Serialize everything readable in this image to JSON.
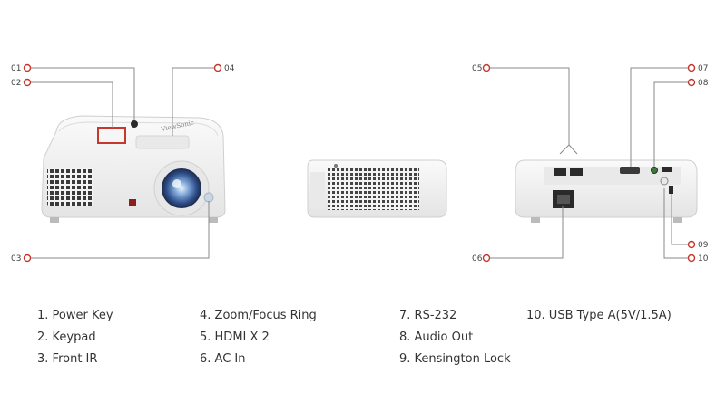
{
  "callouts": [
    {
      "num": "01"
    },
    {
      "num": "02"
    },
    {
      "num": "03"
    },
    {
      "num": "04"
    },
    {
      "num": "05"
    },
    {
      "num": "06"
    },
    {
      "num": "07"
    },
    {
      "num": "08"
    },
    {
      "num": "09"
    },
    {
      "num": "10"
    }
  ],
  "legend": {
    "columns": [
      [
        "1. Power Key",
        "2. Keypad",
        "3. Front IR"
      ],
      [
        "4. Zoom/Focus Ring",
        "5. HDMI X 2",
        "6. AC In"
      ],
      [
        "7. RS-232",
        "8. Audio Out",
        "9. Kensington Lock"
      ],
      [
        "10. USB Type A(5V/1.5A)"
      ]
    ]
  },
  "brand_text": "ViewSonic",
  "colors": {
    "callout_red": "#c8372d",
    "line_gray": "#8a8a8a",
    "projector_body": "#f1f1f1",
    "text": "#333333"
  }
}
